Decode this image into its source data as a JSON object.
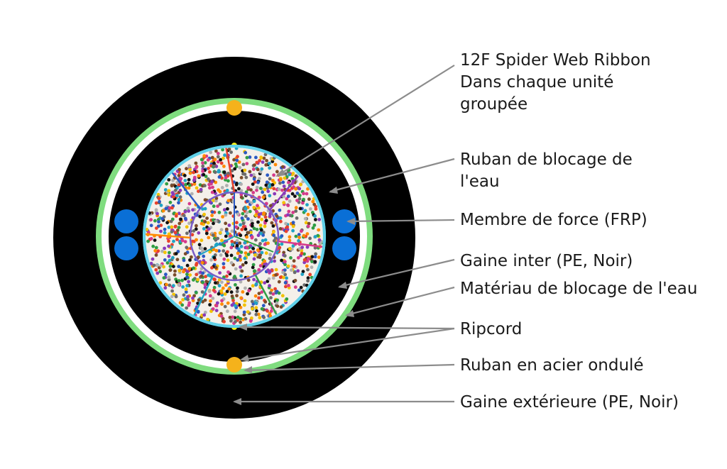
{
  "labels": {
    "ribbon": {
      "lines": [
        "12F Spider Web Ribbon",
        "Dans chaque unité",
        "groupée"
      ]
    },
    "water_tape": {
      "lines": [
        "Ruban de blocage de",
        "l'eau"
      ]
    },
    "frp": {
      "lines": [
        "Membre de force (FRP)"
      ]
    },
    "inner_sheath": {
      "lines": [
        "Gaine inter (PE, Noir)"
      ]
    },
    "water_material": {
      "lines": [
        "Matériau de blocage de l'eau"
      ]
    },
    "ripcord": {
      "lines": [
        "Ripcord"
      ]
    },
    "steel_tape": {
      "lines": [
        "Ruban en acier ondulé"
      ]
    },
    "outer_sheath": {
      "lines": [
        "Gaine extérieure (PE, Noir)"
      ]
    }
  },
  "colors": {
    "sheath": "#000000",
    "steel_tape": "#7fdc7f",
    "gap": "#ffffff",
    "frp": "#0a6fd6",
    "ripcord": "#f5b21b",
    "inner_ripcord": "#f2ee1c",
    "core_border": "#5fd0e8",
    "leader": "#8c8c8c"
  },
  "fiber_palette": [
    "#e8412c",
    "#2b59c3",
    "#2f9e44",
    "#f2c200",
    "#8a3ab9",
    "#ff8a00",
    "#1fa3c4",
    "#6b6b6b",
    "#d63a8b",
    "#111111",
    "#b0b0b0",
    "#7a4b2a"
  ]
}
